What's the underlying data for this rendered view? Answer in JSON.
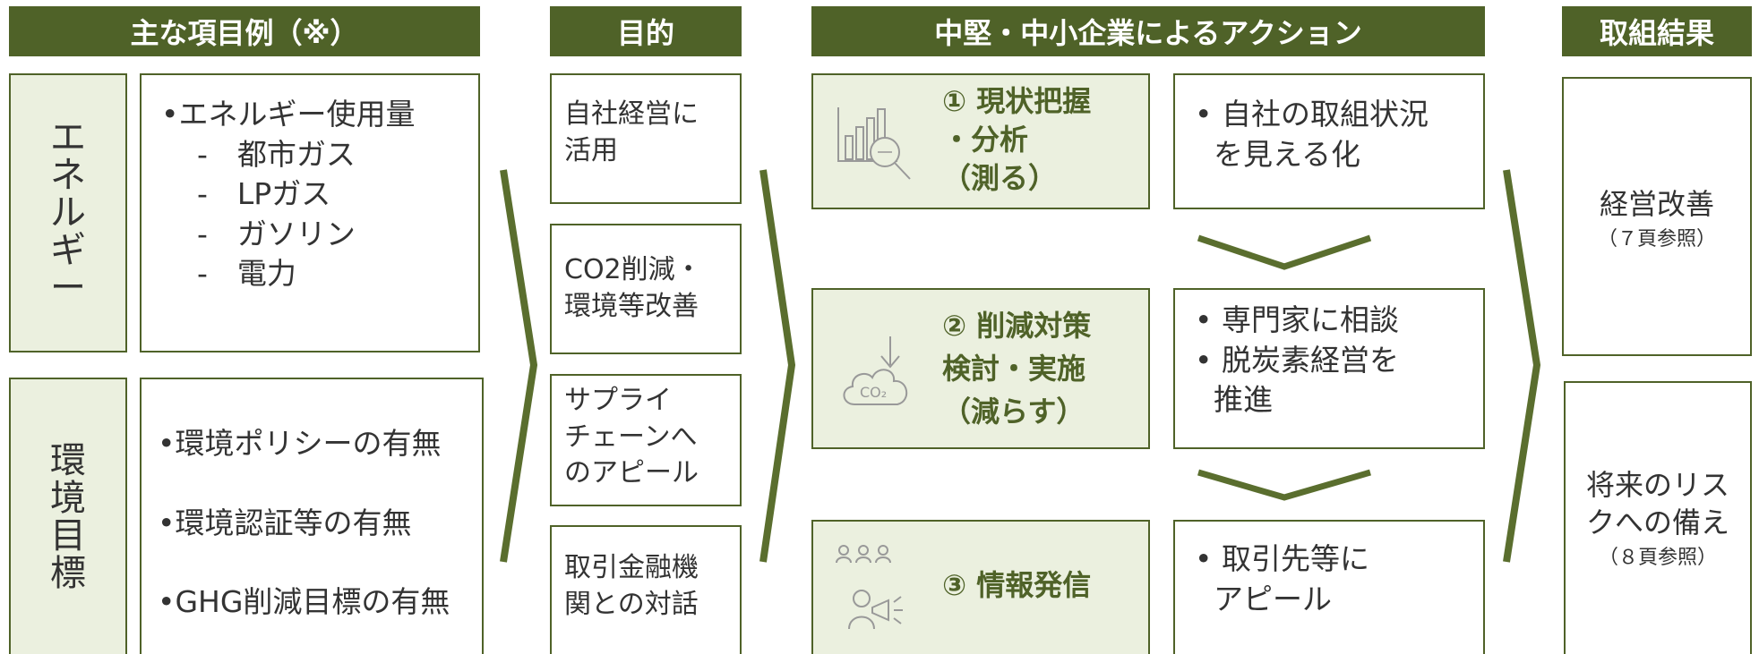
{
  "headers": {
    "items": "主な項目例（※）",
    "purpose": "目的",
    "actions": "中堅・中小企業によるアクション",
    "results": "取組結果"
  },
  "energy": {
    "label_chars": [
      "エ",
      "ネ",
      "ル",
      "ギ",
      "ー"
    ],
    "main": "•エネルギー使用量",
    "subs": [
      "-　都市ガス",
      "-　LPガス",
      "-　ガソリン",
      "-　電力"
    ]
  },
  "env": {
    "label_chars": [
      "環",
      "境",
      "目",
      "標"
    ],
    "items": [
      "•環境ポリシーの有無",
      "•環境認証等の有無",
      "•GHG削減目標の有無"
    ]
  },
  "purposes": [
    [
      "自社経営に",
      "活用"
    ],
    [
      "CO2削減・",
      "環境等改善"
    ],
    [
      "サプライ",
      "チェーンへ",
      "のアピール"
    ],
    [
      "取引金融機",
      "関との対話"
    ]
  ],
  "steps": [
    {
      "title": [
        "① 現状把握",
        "・分析",
        "（測る）"
      ],
      "icon": "analysis-icon",
      "desc": [
        "• 自社の取組状況",
        "  を見える化"
      ]
    },
    {
      "title": [
        "② 削減対策",
        "検討・実施",
        "（減らす）"
      ],
      "icon": "co2-reduction-icon",
      "icon_text": "CO₂",
      "desc": [
        "• 専門家に相談",
        "• 脱炭素経営を",
        "  推進"
      ]
    },
    {
      "title": [
        "③ 情報発信"
      ],
      "icon": "megaphone-icon",
      "desc": [
        "• 取引先等に",
        "  アピール"
      ]
    }
  ],
  "results": [
    {
      "main": [
        "経営改善"
      ],
      "note": "（７頁参照）"
    },
    {
      "main": [
        "将来のリス",
        "クへの備え"
      ],
      "note": "（８頁参照）"
    }
  ],
  "colors": {
    "accent": "#4f6228",
    "light": "#ebf0df"
  }
}
